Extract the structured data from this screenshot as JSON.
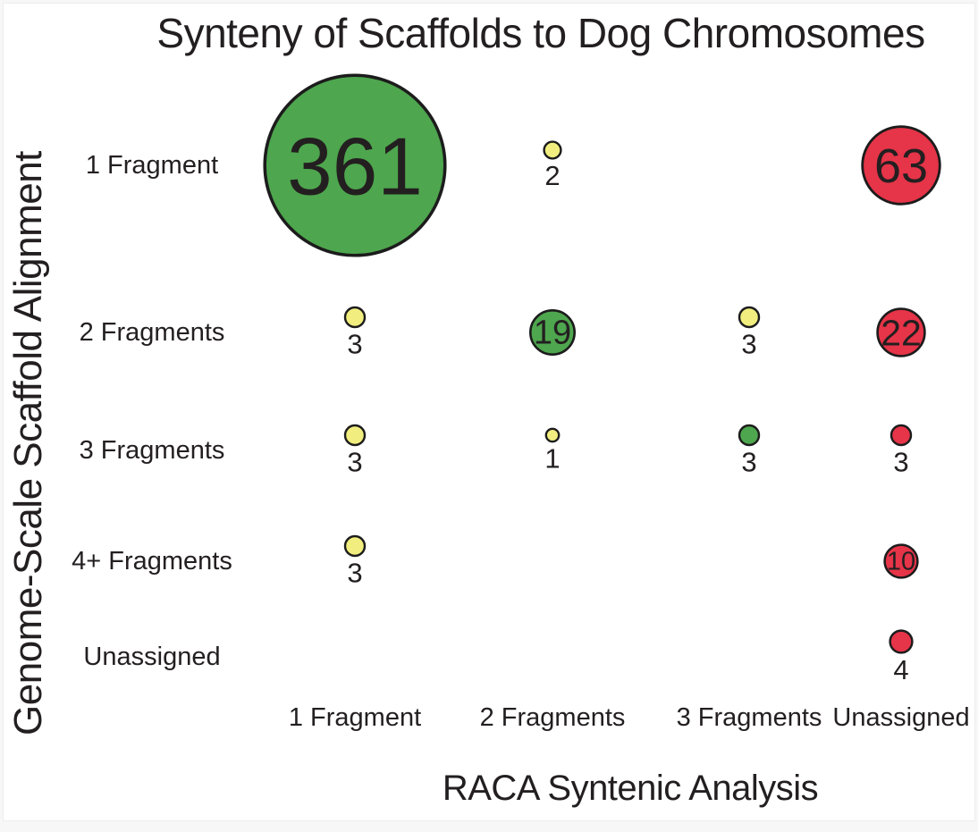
{
  "chart_data": {
    "type": "scatter",
    "subtype": "bubble-matrix",
    "title": "Synteny of Scaffolds to Dog Chromosomes",
    "xlabel": "RACA Syntenic Analysis",
    "ylabel": "Genome-Scale Scaffold Alignment",
    "x_categories": [
      "1 Fragment",
      "2 Fragments",
      "3 Fragments",
      "Unassigned"
    ],
    "y_categories": [
      "1 Fragment",
      "2 Fragments",
      "3 Fragments",
      "4+ Fragments",
      "Unassigned"
    ],
    "points": [
      {
        "y": "1 Fragment",
        "x": "1 Fragment",
        "value": 361,
        "color": "green",
        "label_position": "inside"
      },
      {
        "y": "1 Fragment",
        "x": "2 Fragments",
        "value": 2,
        "color": "yellow",
        "label_position": "below"
      },
      {
        "y": "1 Fragment",
        "x": "Unassigned",
        "value": 63,
        "color": "red",
        "label_position": "inside"
      },
      {
        "y": "2 Fragments",
        "x": "1 Fragment",
        "value": 3,
        "color": "yellow",
        "label_position": "below"
      },
      {
        "y": "2 Fragments",
        "x": "2 Fragments",
        "value": 19,
        "color": "green",
        "label_position": "inside"
      },
      {
        "y": "2 Fragments",
        "x": "3 Fragments",
        "value": 3,
        "color": "yellow",
        "label_position": "below"
      },
      {
        "y": "2 Fragments",
        "x": "Unassigned",
        "value": 22,
        "color": "red",
        "label_position": "inside"
      },
      {
        "y": "3 Fragments",
        "x": "1 Fragment",
        "value": 3,
        "color": "yellow",
        "label_position": "below"
      },
      {
        "y": "3 Fragments",
        "x": "2 Fragments",
        "value": 1,
        "color": "yellow",
        "label_position": "below"
      },
      {
        "y": "3 Fragments",
        "x": "3 Fragments",
        "value": 3,
        "color": "green",
        "label_position": "below"
      },
      {
        "y": "3 Fragments",
        "x": "Unassigned",
        "value": 3,
        "color": "red",
        "label_position": "below"
      },
      {
        "y": "4+ Fragments",
        "x": "1 Fragment",
        "value": 3,
        "color": "yellow",
        "label_position": "below"
      },
      {
        "y": "4+ Fragments",
        "x": "Unassigned",
        "value": 10,
        "color": "red",
        "label_position": "inside"
      },
      {
        "y": "Unassigned",
        "x": "Unassigned",
        "value": 4,
        "color": "red",
        "label_position": "below"
      }
    ],
    "colors": {
      "green": "#4ea64e",
      "yellow": "#f1ee7f",
      "red": "#e63448",
      "outline": "#1c1c1c",
      "text": "#231f20"
    },
    "legend": null,
    "grid": false
  }
}
